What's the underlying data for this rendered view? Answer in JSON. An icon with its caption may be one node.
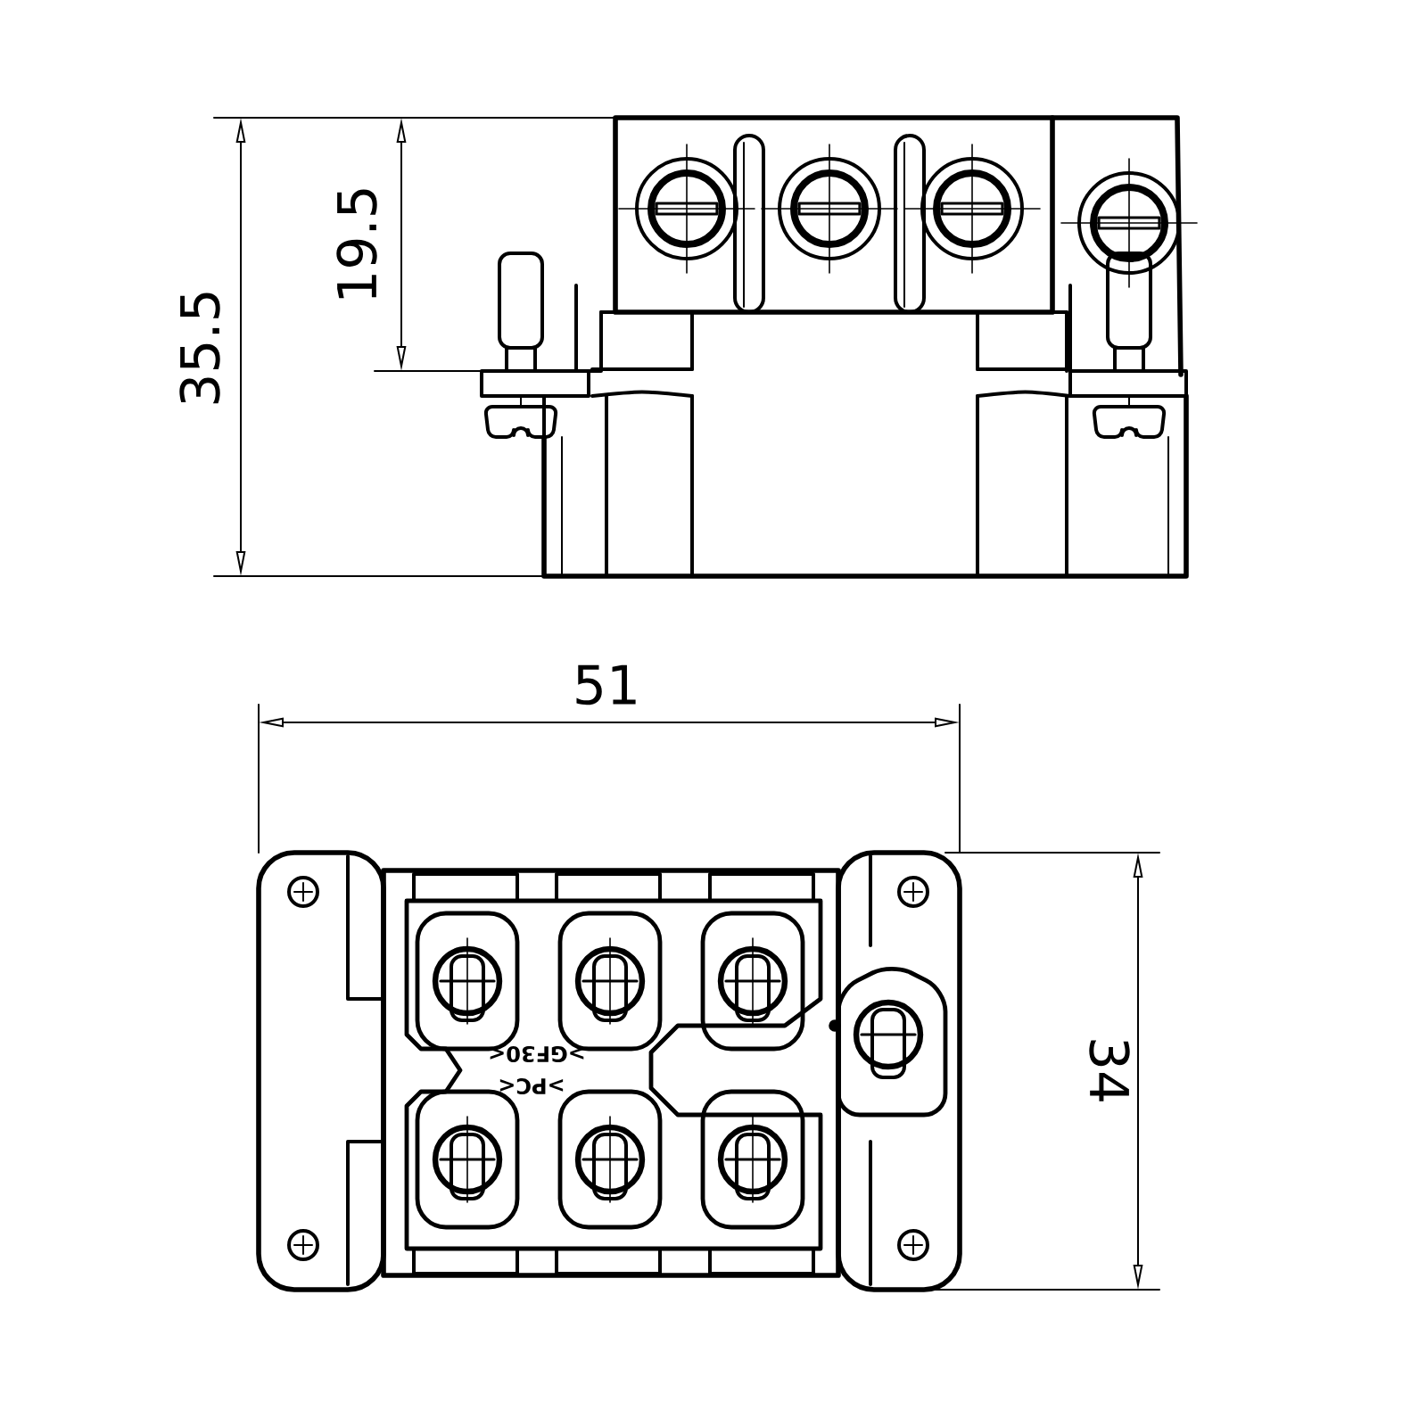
{
  "diagram": {
    "labels": [
      "35.5",
      "19.5",
      "51",
      "34",
      ">GF30<",
      ">PC<"
    ]
  }
}
